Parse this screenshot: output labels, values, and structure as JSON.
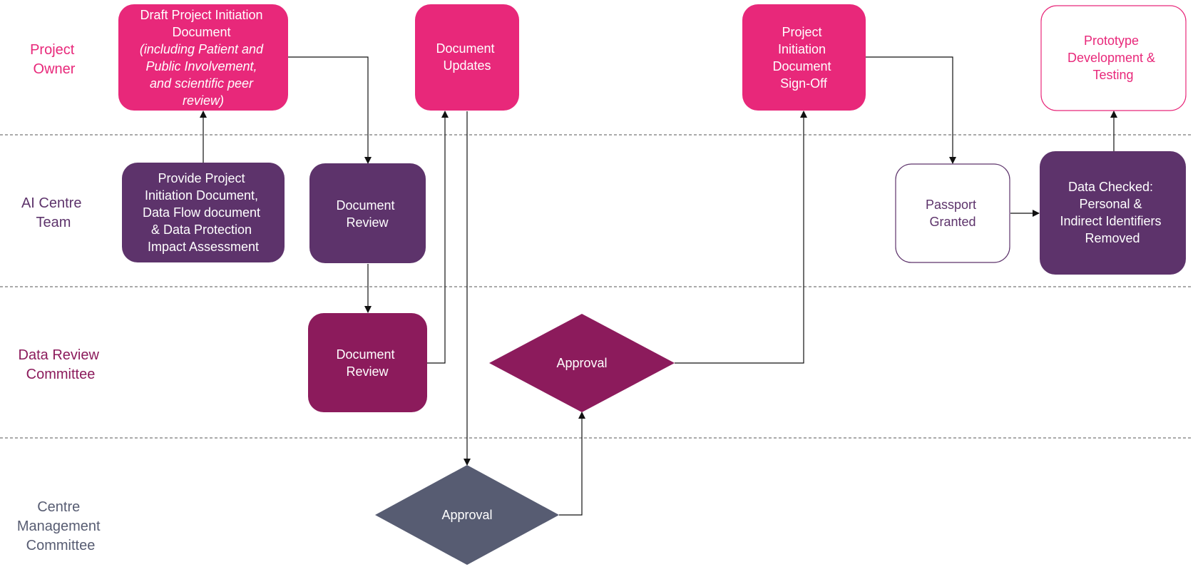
{
  "colors": {
    "owner": "#e8287a",
    "ai_team": "#5d336b",
    "review_committee": "#8c1b5c",
    "management": "#575c72",
    "white": "#ffffff"
  },
  "lanes": {
    "project_owner": [
      "Project",
      "Owner"
    ],
    "ai_centre_team": [
      "AI Centre",
      "Team"
    ],
    "data_review_committee": [
      "Data Review",
      "Committee"
    ],
    "centre_management_committee": [
      "Centre",
      "Management",
      "Committee"
    ]
  },
  "nodes": {
    "draft_pid": {
      "lines": [
        "Draft Project Initiation",
        "Document"
      ],
      "italic_lines": [
        "(including Patient and",
        "Public Involvement,",
        "and scientific peer",
        "review)"
      ]
    },
    "document_updates": {
      "lines": [
        "Document",
        "Updates"
      ]
    },
    "pid_signoff": {
      "lines": [
        "Project",
        "Initiation",
        "Document",
        "Sign-Off"
      ]
    },
    "prototype": {
      "lines": [
        "Prototype",
        "Development &",
        "Testing"
      ]
    },
    "provide_pid": {
      "lines": [
        "Provide Project",
        "Initiation Document,",
        "Data Flow document",
        "& Data Protection",
        "Impact Assessment"
      ]
    },
    "ai_document_review": {
      "lines": [
        "Document",
        "Review"
      ]
    },
    "passport_granted": {
      "lines": [
        "Passport",
        "Granted"
      ]
    },
    "data_checked": {
      "lines": [
        "Data Checked:",
        "Personal &",
        "Indirect Identifiers",
        "Removed"
      ]
    },
    "drc_document_review": {
      "lines": [
        "Document",
        "Review"
      ]
    },
    "drc_approval": {
      "lines": [
        "Approval"
      ]
    },
    "cmc_approval": {
      "lines": [
        "Approval"
      ]
    }
  }
}
